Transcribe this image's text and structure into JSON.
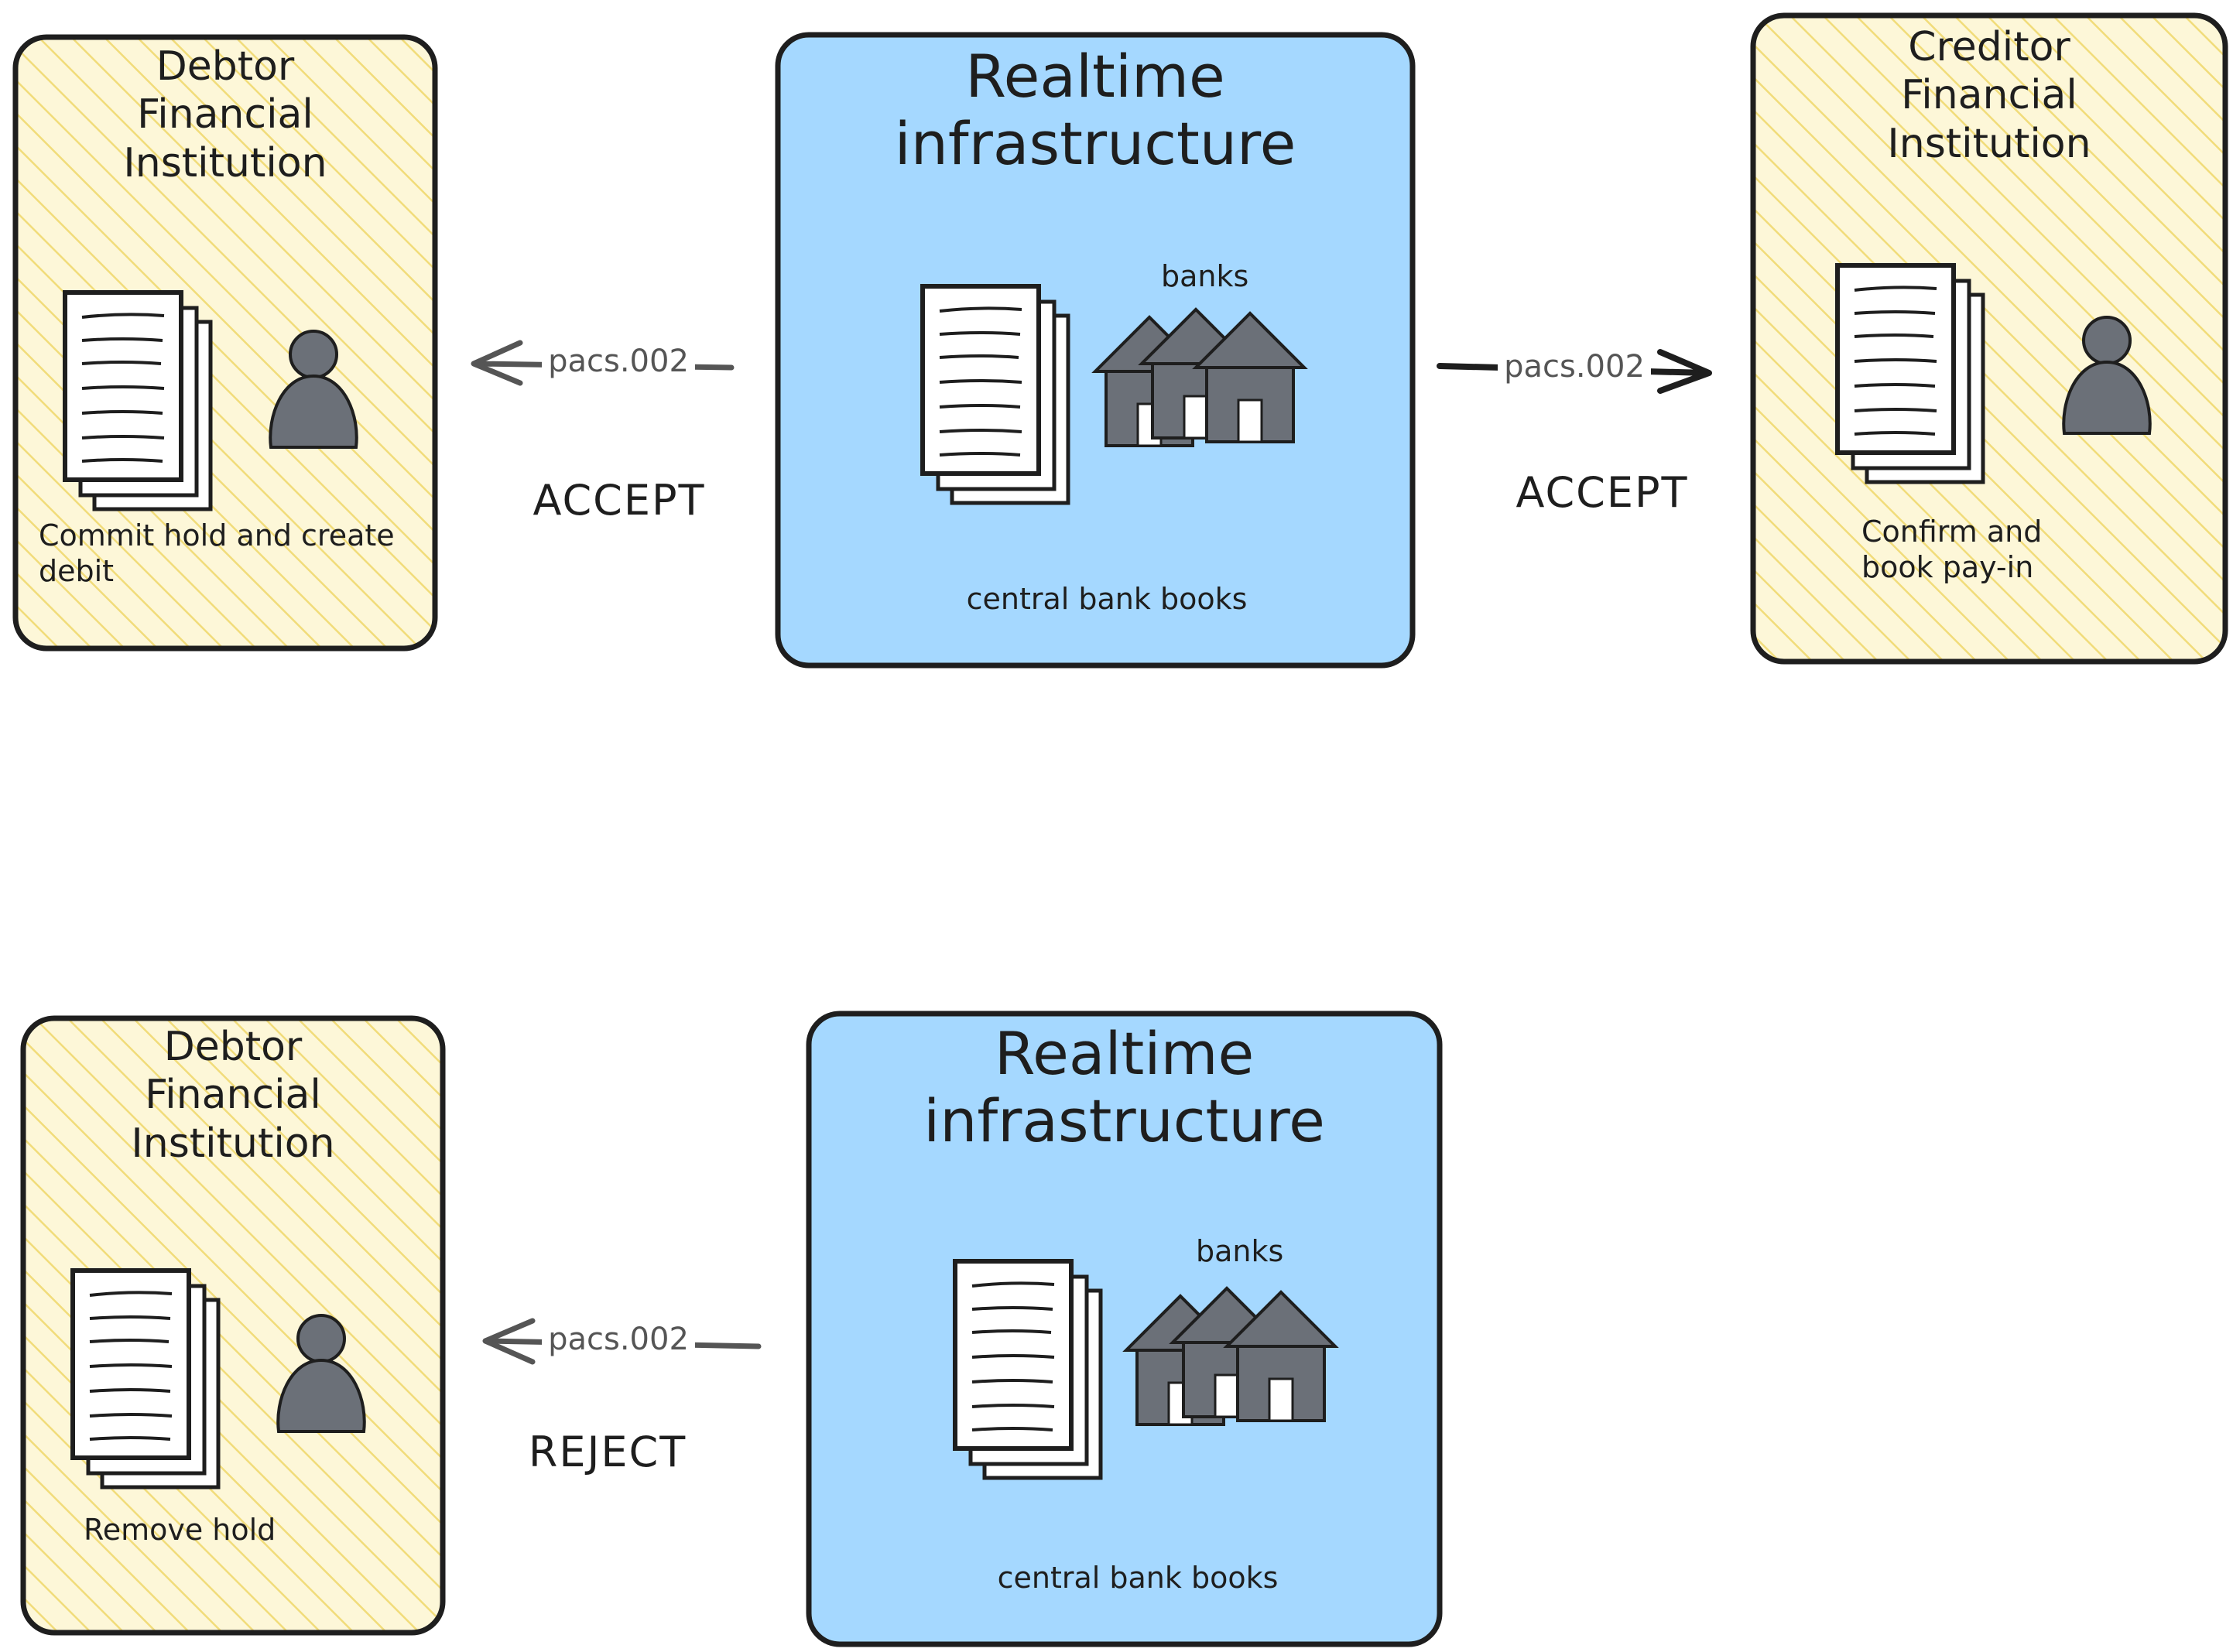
{
  "colors": {
    "institution_fill": "#fdf7d8",
    "institution_hatch": "#f1dc7a",
    "infrastructure_fill": "#a5d8ff",
    "stroke": "#1e1e1e",
    "icon_fill": "#6b7078",
    "arrow_gray": "#555555"
  },
  "top": {
    "debtor": {
      "title": "Debtor\nFinancial\nInstitution",
      "note": "Commit hold and create\ndebit",
      "icons": [
        "document-stack-icon",
        "person-icon"
      ]
    },
    "infrastructure": {
      "title": "Realtime\ninfrastructure",
      "banks_label": "banks",
      "books_label": "central bank books",
      "icons": [
        "document-stack-icon",
        "bank-houses-icon"
      ]
    },
    "creditor": {
      "title": "Creditor\nFinancial\nInstitution",
      "note": "Confirm and\nbook pay-in",
      "icons": [
        "document-stack-icon",
        "person-icon"
      ]
    },
    "left_arrow": {
      "message": "pacs.002",
      "status": "ACCEPT",
      "direction": "left"
    },
    "right_arrow": {
      "message": "pacs.002",
      "status": "ACCEPT",
      "direction": "right"
    }
  },
  "bottom": {
    "debtor": {
      "title": "Debtor\nFinancial\nInstitution",
      "note": "Remove hold",
      "icons": [
        "document-stack-icon",
        "person-icon"
      ]
    },
    "infrastructure": {
      "title": "Realtime\ninfrastructure",
      "banks_label": "banks",
      "books_label": "central bank books",
      "icons": [
        "document-stack-icon",
        "bank-houses-icon"
      ]
    },
    "left_arrow": {
      "message": "pacs.002",
      "status": "REJECT",
      "direction": "left"
    }
  }
}
